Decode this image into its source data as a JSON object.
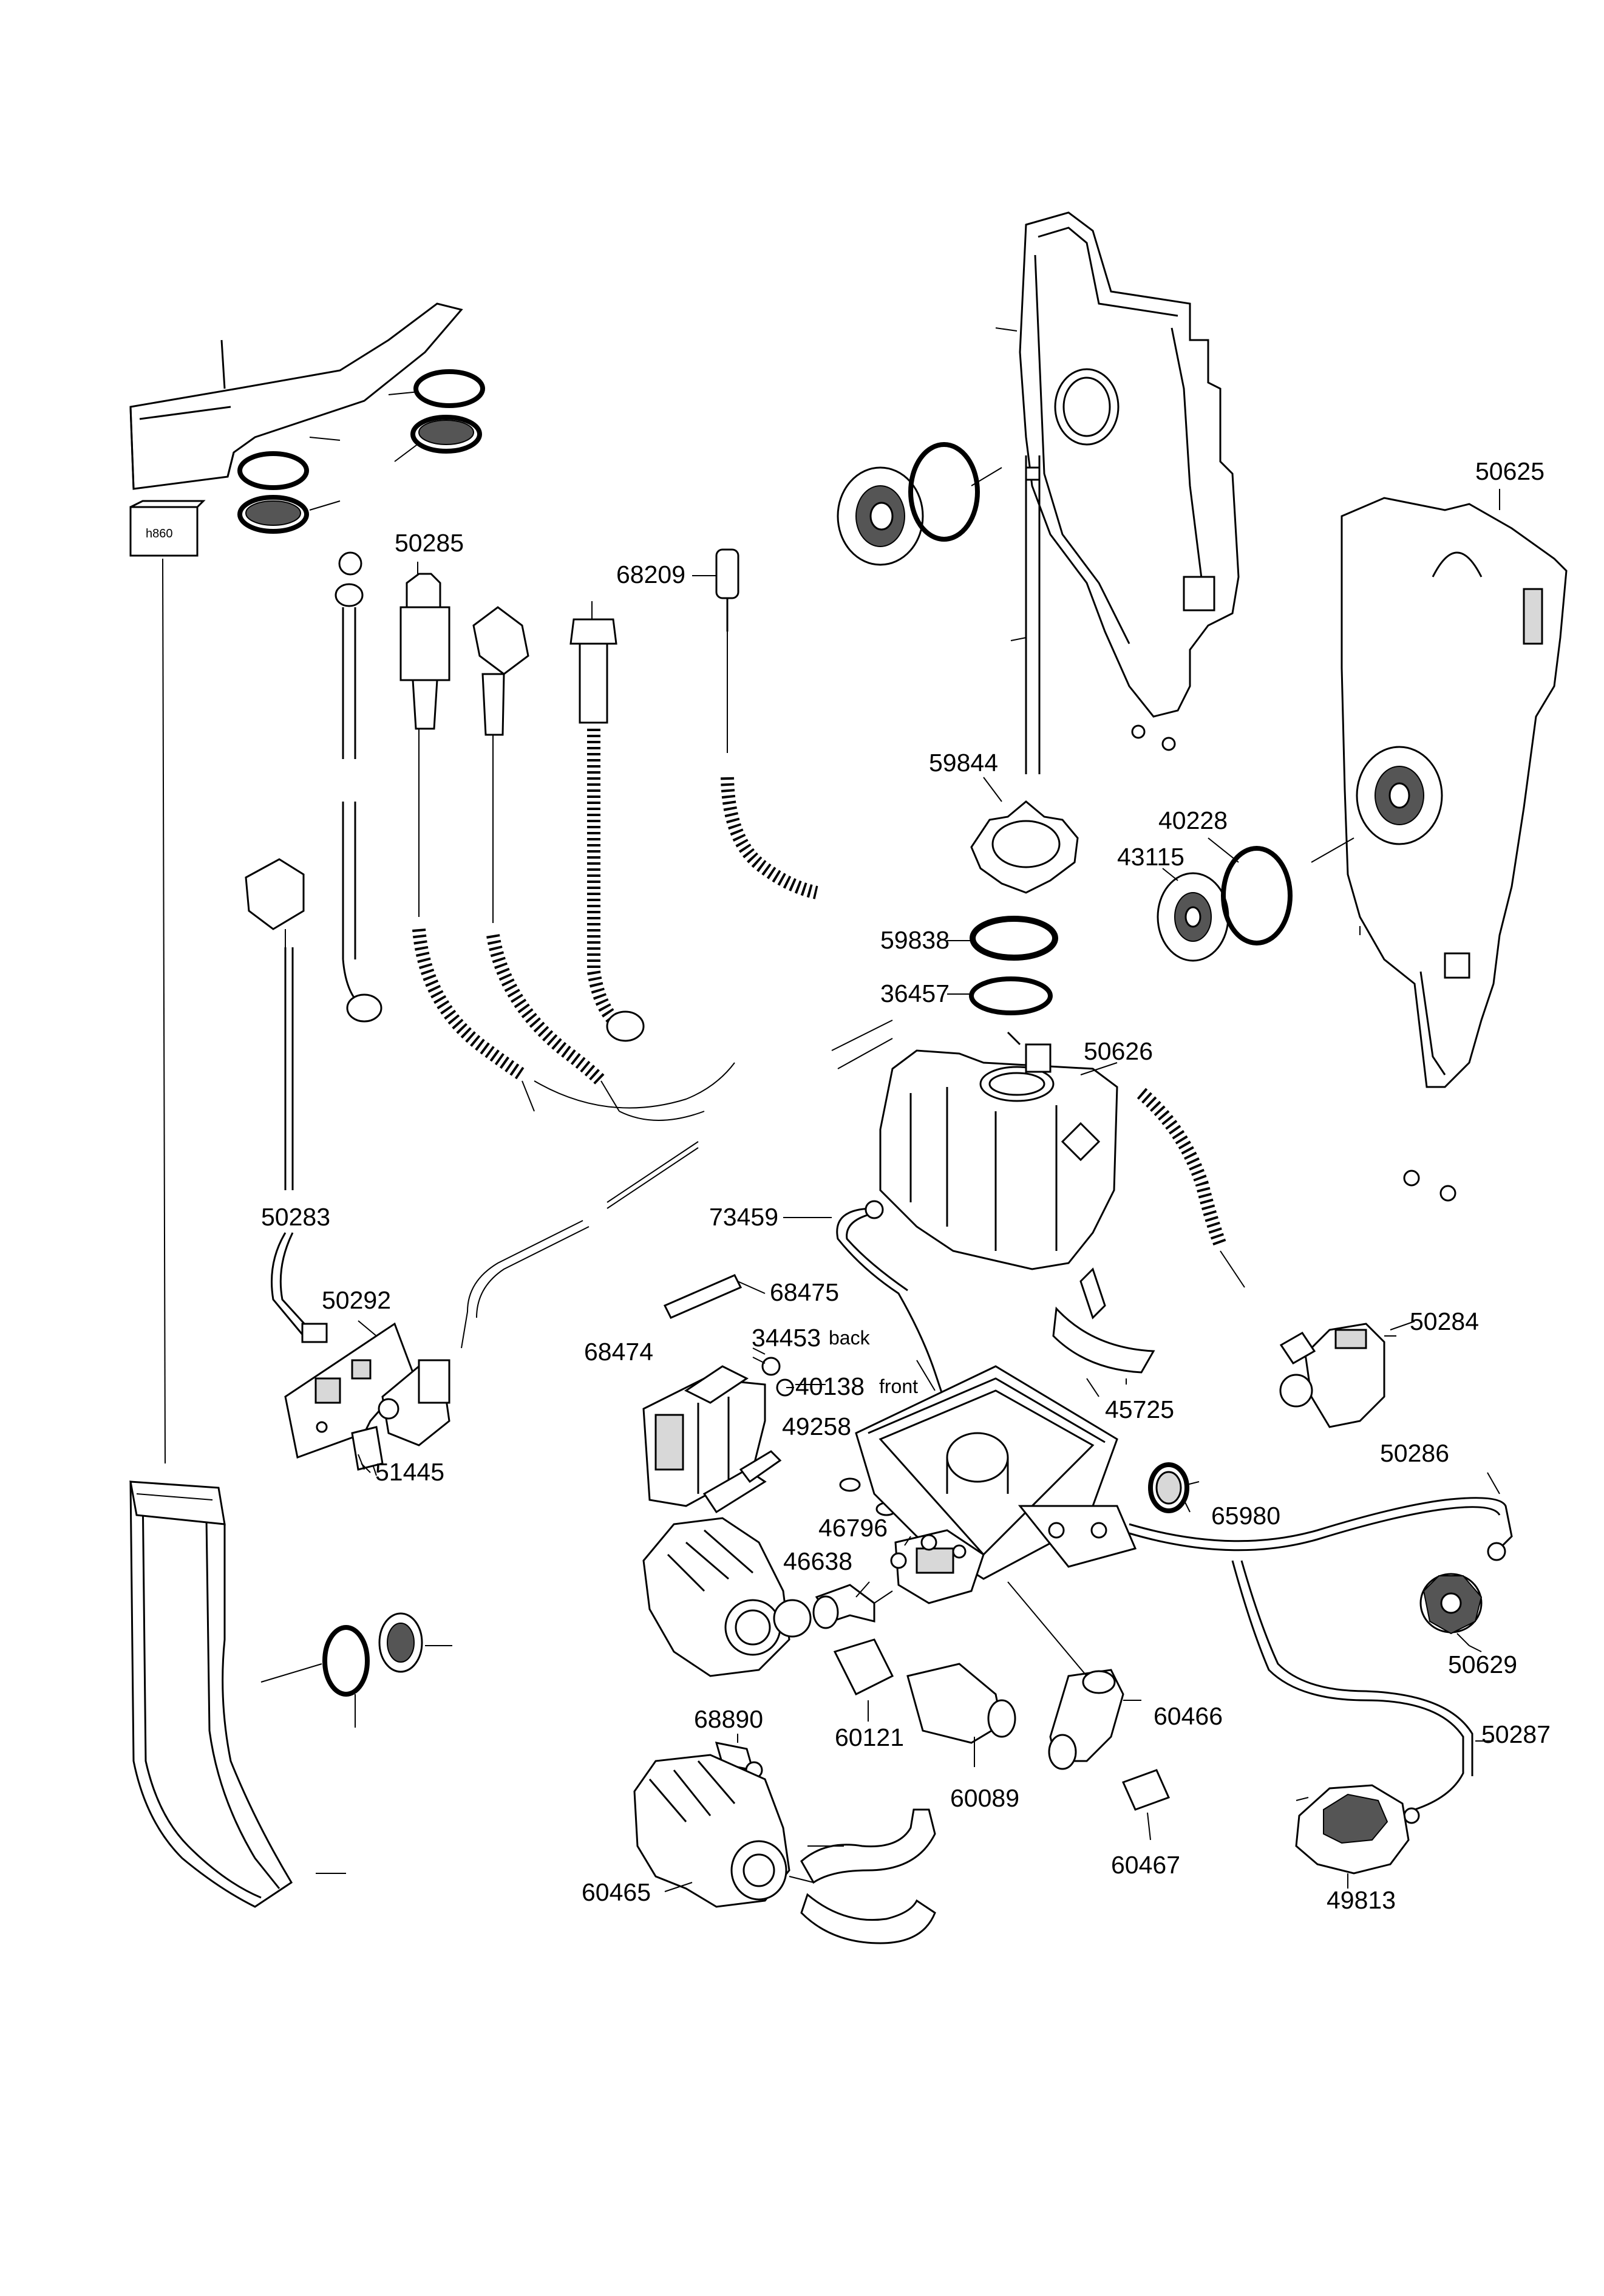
{
  "labels": {
    "p50285": "50285",
    "p68209": "68209",
    "p50625": "50625",
    "p59844": "59844",
    "p40228": "40228",
    "p43115": "43115",
    "p59838": "59838",
    "p36457": "36457",
    "p50626": "50626",
    "p50283": "50283",
    "p73459": "73459",
    "p68475": "68475",
    "p50292": "50292",
    "p34453": "34453",
    "p68474": "68474",
    "p40138": "40138",
    "p50284": "50284",
    "p45725": "45725",
    "p49258": "49258",
    "p51445": "51445",
    "p50286": "50286",
    "p65980": "65980",
    "p46796": "46796",
    "p46638": "46638",
    "p50629": "50629",
    "p60121": "60121",
    "p60466": "60466",
    "p68890": "68890",
    "p50287": "50287",
    "p60089": "60089",
    "p60467": "60467",
    "p60465": "60465",
    "p49813": "49813"
  },
  "notes": {
    "back": "back",
    "front": "front"
  },
  "tags": {
    "h860": "h860"
  }
}
